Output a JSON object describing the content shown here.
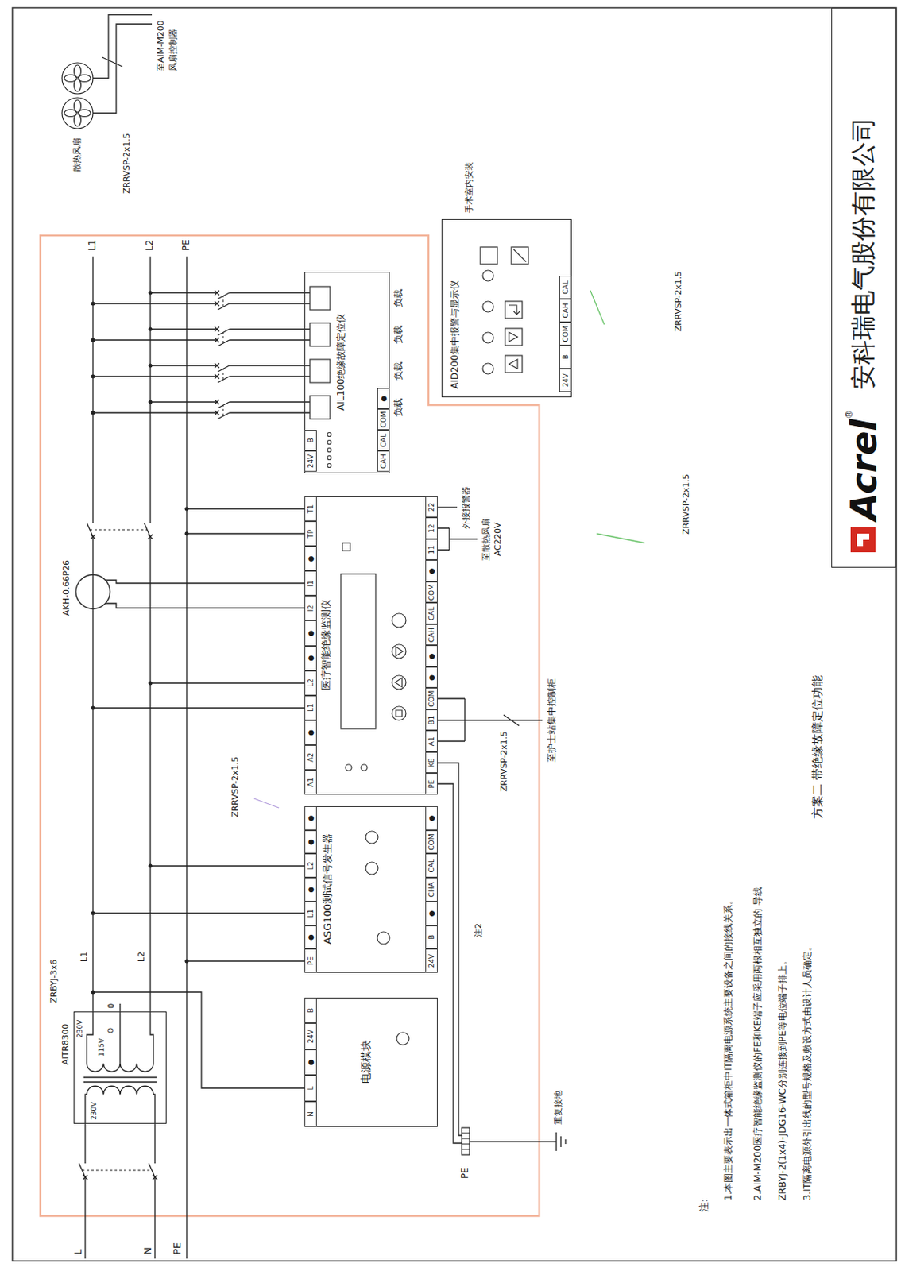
{
  "diagram": {
    "caption": "方案二 带绝缘故障定位功能",
    "nodes": [
      {
        "text": [
          "AITR8300"
        ]
      },
      {
        "text": [
          "电源模块"
        ]
      },
      {
        "text": [
          "ASG100测试信号发生器"
        ]
      },
      {
        "text": [
          "医疗智能绝缘监测仪"
        ]
      },
      {
        "text": [
          "AIL100绝缘故障定位仪"
        ]
      },
      {
        "text": [
          "AID200集中报警与显示仪"
        ]
      },
      {
        "text": [
          "Acrel",
          "®",
          "安科瑞电气股份有限公司"
        ]
      }
    ],
    "edges": [
      {
        "from": 0,
        "to": 1,
        "arrow": "none"
      },
      {
        "from": 1,
        "to": 2,
        "arrow": "none"
      },
      {
        "from": 1,
        "to": 3,
        "arrow": "none"
      },
      {
        "from": 1,
        "to": 4,
        "arrow": "none"
      },
      {
        "from": 2,
        "to": 5,
        "arrow": "none"
      },
      {
        "from": 3,
        "to": 5,
        "arrow": "none"
      },
      {
        "from": 4,
        "to": 5,
        "arrow": "none"
      }
    ],
    "labels": [
      "L",
      "N",
      "PE",
      "230V",
      "230V",
      "115V",
      "O",
      "0",
      "ZRBYJ-3x6",
      "L1",
      "L2",
      "L1",
      "L2",
      "PE",
      "AKH-0.66P26",
      "散热风扇",
      "ZRRVSP-2x1.5",
      "至AIM-M200",
      "风扇控制器",
      "ZRRVSP-2x1.5",
      "N",
      "L",
      "●",
      "24V",
      "B",
      "PE",
      "●",
      "L1",
      "●",
      "L2",
      "●",
      "●",
      "24V",
      "B",
      "●",
      "CHA",
      "CAL",
      "COM",
      "●",
      "A1",
      "A2",
      "●",
      "L1",
      "L2",
      "●",
      "●",
      "I2",
      "I1",
      "●",
      "TP",
      "T1",
      "PE",
      "KE",
      "A1",
      "B1",
      "COM",
      "●",
      "●",
      "CAH",
      "CAL",
      "COM",
      "●",
      "11",
      "12",
      "22",
      "24V",
      "B",
      "CAH",
      "CAL",
      "COM",
      "●",
      "负载",
      "负载",
      "负载",
      "负载",
      "24V",
      "B",
      "COM",
      "CAH",
      "CAL",
      "手术室内安装",
      "ZRRVSP-2x1.5",
      "至护士站集中控制柜",
      "外接报警器",
      "至散热风扇",
      "AC220V",
      "注2",
      "PE",
      "重复接地",
      "ZRRVSP-2x1.5",
      "ZRRVSP-2x1.5",
      "注:",
      "1.本图主要表示出一体式箱柜中IT隔离电源系统主要设备之间的接线关系。",
      "2.AIM-M200医疗智能绝缘监测仪的FE和KE端子应采用两根相互独立的 导线ZRBYJ-2(1x4)-JDG16-WC分别连接到PE等电位端子排上。",
      "3.IT隔离电源外引出线的型号规格及敷设方式由设计人员确定。"
    ]
  }
}
